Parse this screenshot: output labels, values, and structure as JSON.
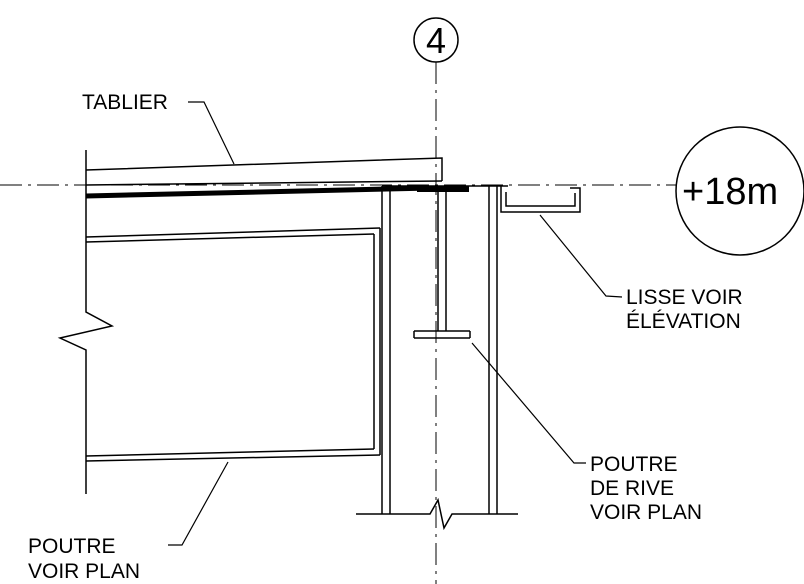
{
  "grid_marker": {
    "label": "4"
  },
  "elevation_marker": {
    "label": "+18m"
  },
  "callouts": {
    "tablier": {
      "lines": [
        "TABLIER"
      ]
    },
    "lisse": {
      "lines": [
        "LISSE VOIR",
        "ÉLÉVATION"
      ]
    },
    "poutre_rive": {
      "lines": [
        "POUTRE",
        "DE RIVE",
        "VOIR PLAN"
      ]
    },
    "poutre": {
      "lines": [
        "POUTRE",
        "VOIR PLAN"
      ]
    }
  },
  "colors": {
    "ink": "#000000",
    "background": "#ffffff"
  }
}
